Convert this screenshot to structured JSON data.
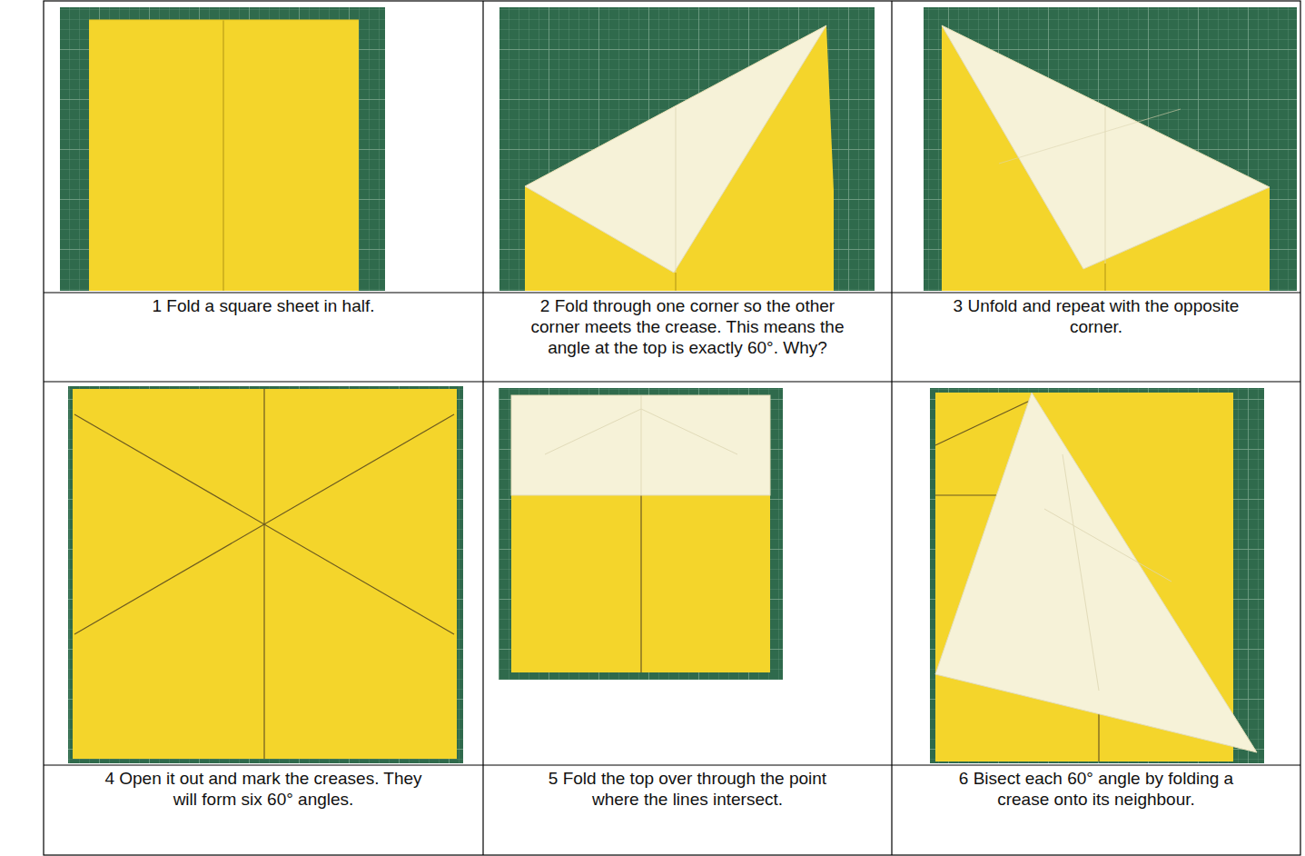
{
  "diagram": {
    "labels": [
      "1 Fold a square sheet in half.",
      "2 Fold through one corner so the other corner meets the crease. This means the angle at the top is exactly 60°. Why?",
      "3 Unfold and repeat with the opposite corner.",
      "4 Open it out and mark the creases. They will form six 60° angles.",
      "5 Fold the top over through the point where the lines intersect.",
      "6 Bisect each 60° angle by folding a crease onto its neighbour."
    ]
  }
}
